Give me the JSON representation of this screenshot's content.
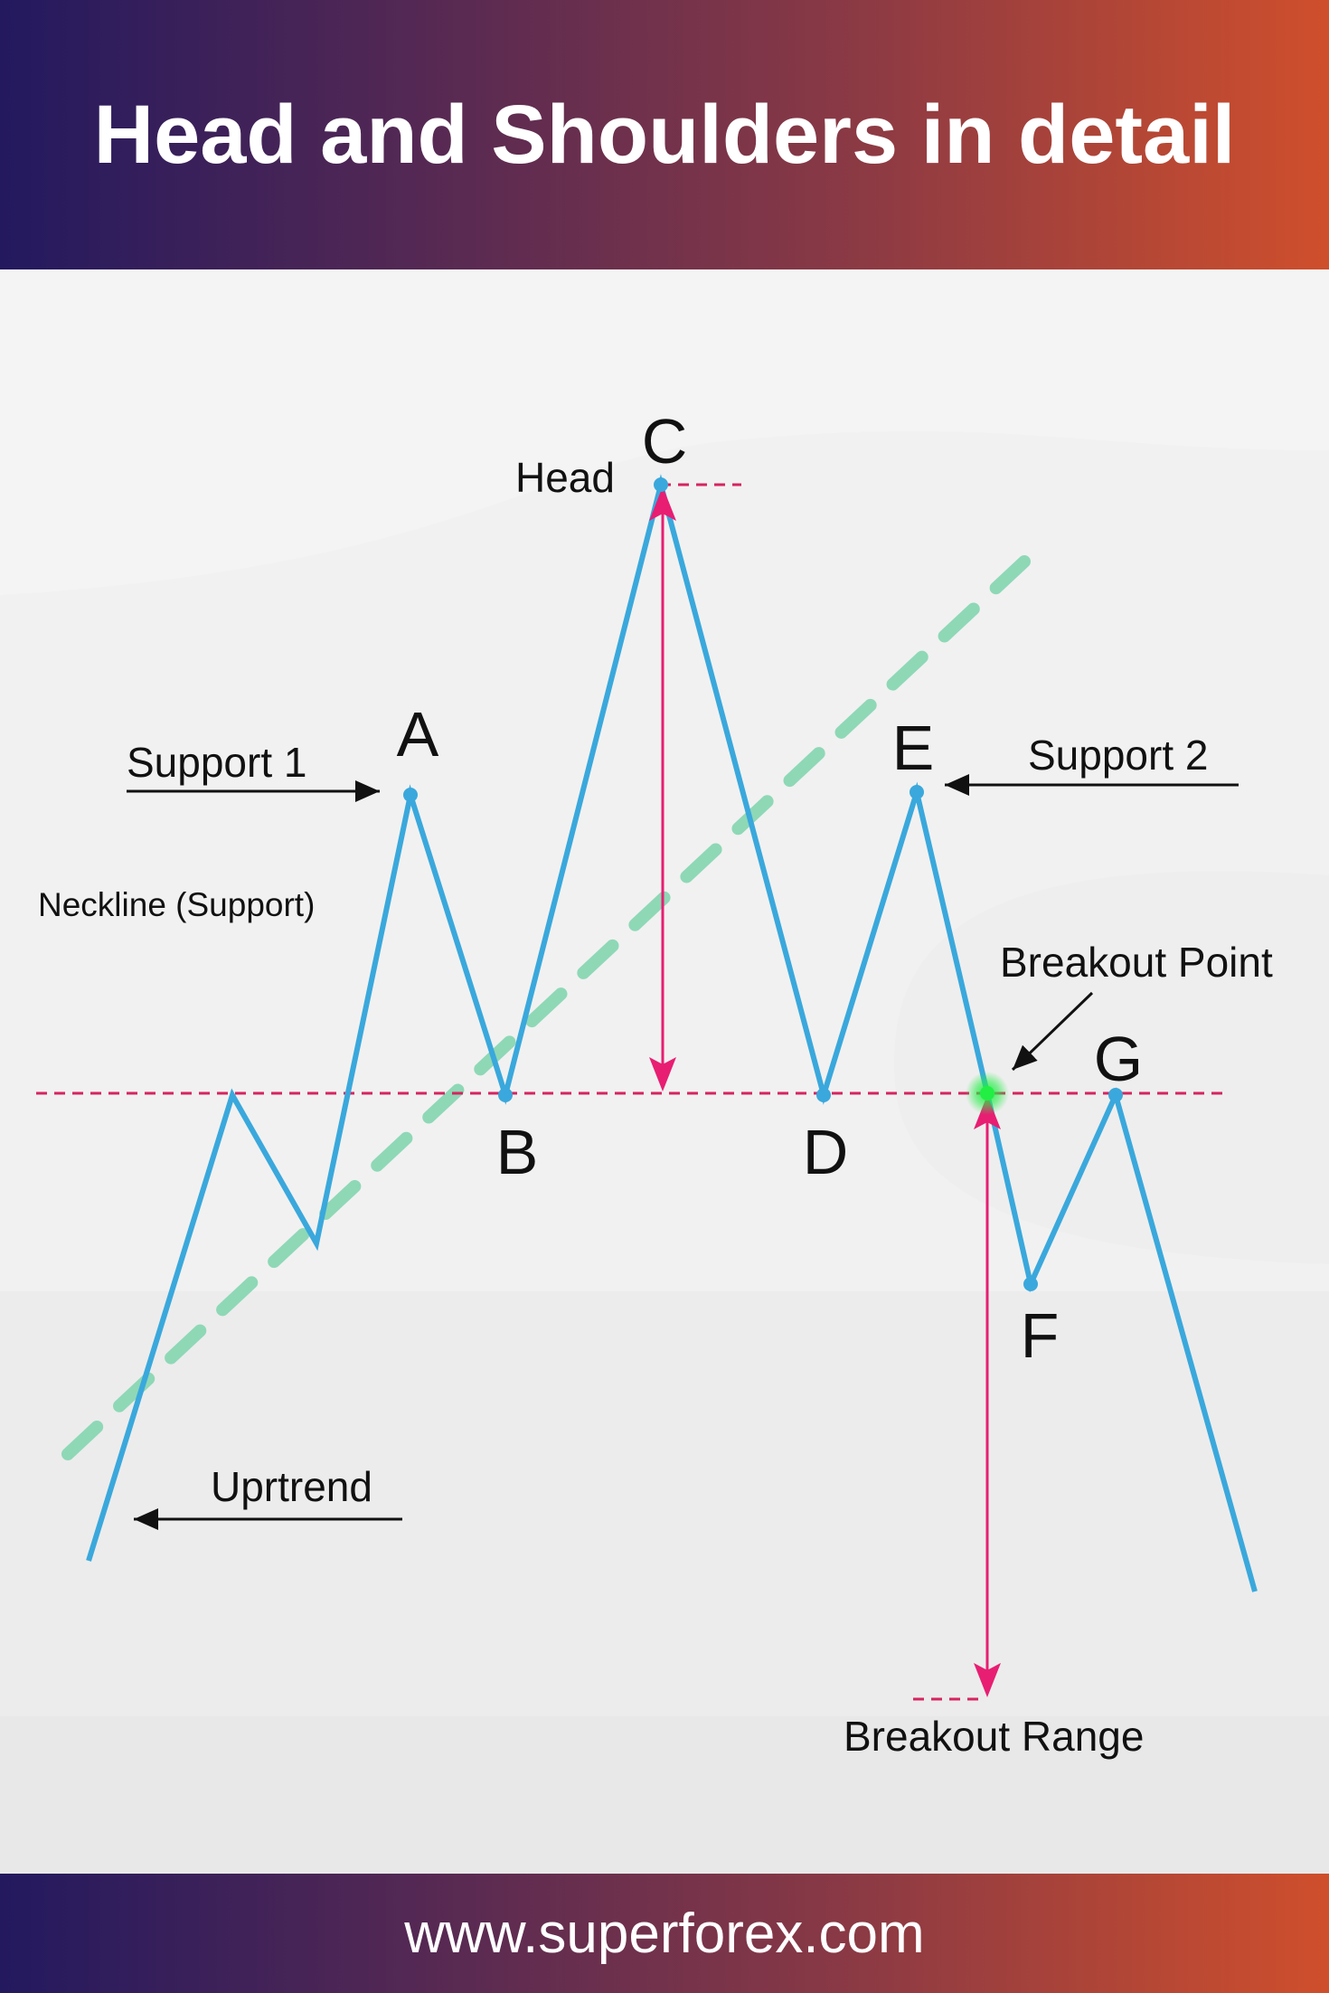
{
  "header": {
    "title": "Head and Shoulders in detail"
  },
  "footer": {
    "url": "www.superforex.com"
  },
  "points": {
    "A": "A",
    "B": "B",
    "C": "C",
    "D": "D",
    "E": "E",
    "F": "F",
    "G": "G"
  },
  "annotations": {
    "head": "Head",
    "support_1": "Support 1",
    "support_2": "Support 2",
    "neckline": "Neckline (Support)",
    "breakout_point": "Breakout Point",
    "uptrend": "Uprtrend",
    "breakout_range": "Breakout Range"
  },
  "colors": {
    "price_line": "#3aa8dc",
    "neckline": "#d6245f",
    "trendline": "#8ed8b6",
    "measure_arrow": "#e81e72",
    "breakout_marker": "#22ee44"
  }
}
